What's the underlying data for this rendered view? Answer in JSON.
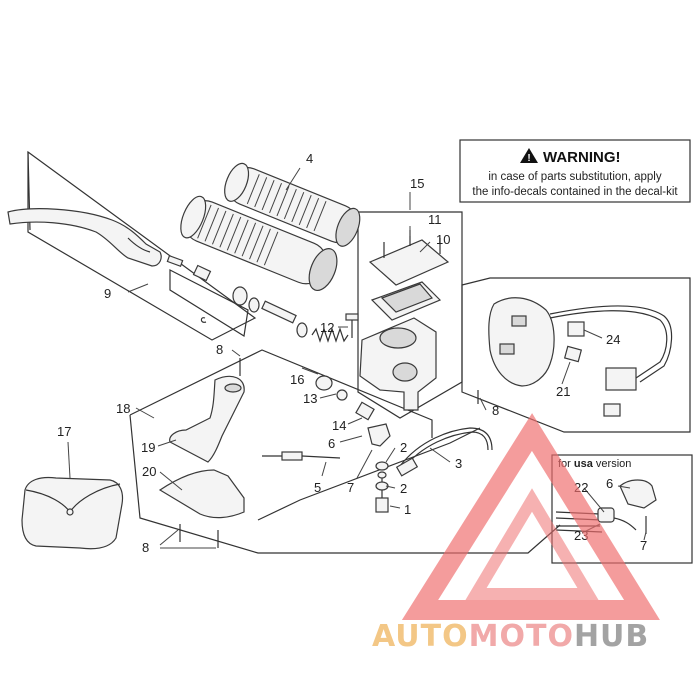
{
  "warning": {
    "title": "WARNING!",
    "line1": "in case of parts substitution, apply",
    "line2": "the info-decals contained in the decal-kit"
  },
  "usa_box": {
    "prefix": "for ",
    "bold": "usa",
    "suffix": " version"
  },
  "callouts": {
    "c1": "1",
    "c2a": "2",
    "c2b": "2",
    "c3": "3",
    "c4": "4",
    "c5": "5",
    "c6a": "6",
    "c6b": "6",
    "c7a": "7",
    "c7b": "7",
    "c8a": "8",
    "c8b": "8",
    "c8c": "8",
    "c9": "9",
    "c10": "10",
    "c11": "11",
    "c12": "12",
    "c13": "13",
    "c14": "14",
    "c15": "15",
    "c16": "16",
    "c17": "17",
    "c18": "18",
    "c19": "19",
    "c20": "20",
    "c21": "21",
    "c22": "22",
    "c23": "23",
    "c24": "24"
  },
  "watermark": {
    "part1": "AUTO",
    "part2": "MOTO",
    "part3": "HUB",
    "color1": "#f2c27a",
    "color2": "#f0a0a0",
    "color3": "#9a9a9a",
    "triangle_color": "#ef6e6e"
  }
}
